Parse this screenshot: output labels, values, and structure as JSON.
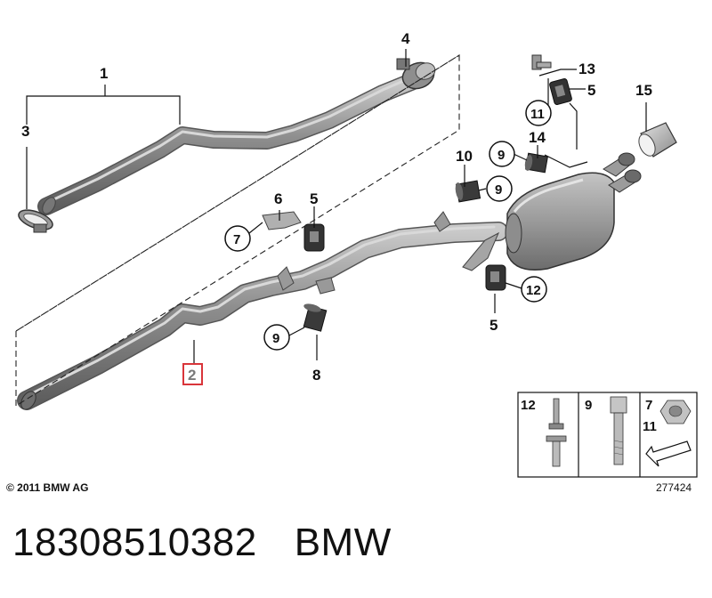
{
  "callouts": {
    "c1": "1",
    "c2": "2",
    "c3": "3",
    "c4": "4",
    "c5a": "5",
    "c5b": "5",
    "c5c": "5",
    "c6": "6",
    "c7": "7",
    "c8": "8",
    "c9a": "9",
    "c9b": "9",
    "c9c": "9",
    "c10": "10",
    "c11": "11",
    "c12": "12",
    "c13": "13",
    "c14": "14",
    "c15": "15"
  },
  "legend": {
    "cell1": "12",
    "cell2": "9",
    "cell3a": "7",
    "cell3b": "11"
  },
  "highlight_color": "#d9353a",
  "copyright": "© 2011 BMW AG",
  "illustration_number": "277424",
  "caption": {
    "part_number": "18308510382",
    "brand": "BMW"
  }
}
